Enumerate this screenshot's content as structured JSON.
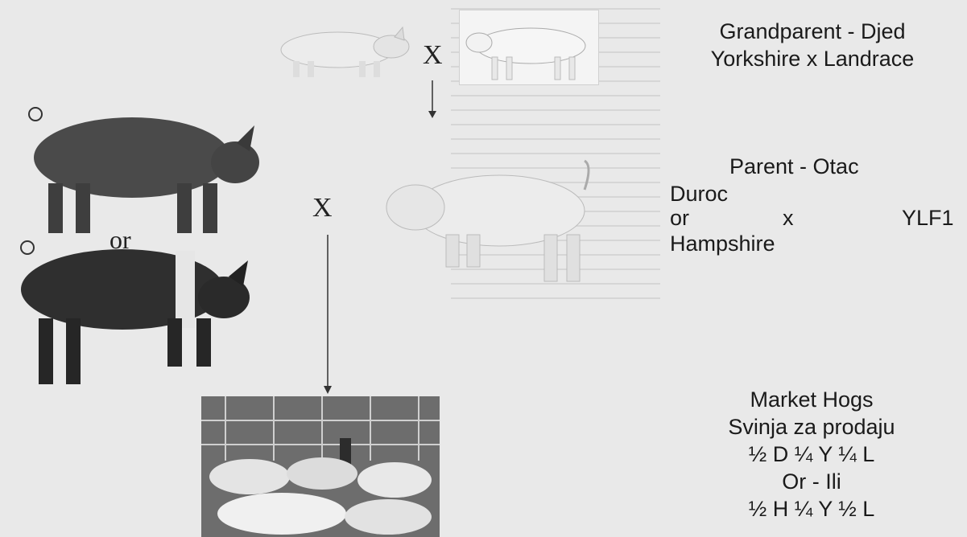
{
  "diagram": {
    "cross_symbol": "X",
    "or_word": "or"
  },
  "labels": {
    "grandparent": {
      "title": "Grandparent - Djed",
      "breeds": "Yorkshire x Landrace"
    },
    "parent": {
      "title": "Parent - Otac",
      "line1": "Duroc",
      "or_word": "or",
      "x_word": "x",
      "f1": "YLF1",
      "line3": "Hampshire"
    },
    "market": {
      "title": "Market Hogs",
      "subtitle": "Svinja za prodaju",
      "formula1": "½ D ¼ Y ¼ L",
      "or_ili": "Or - Ili",
      "formula2": "½ H ¼ Y ½ L"
    }
  },
  "colors": {
    "white_pig": "#ececec",
    "dark_pig": "#4a4a4a",
    "black_pig": "#2f2f2f",
    "belt": "#e6e6e6"
  }
}
